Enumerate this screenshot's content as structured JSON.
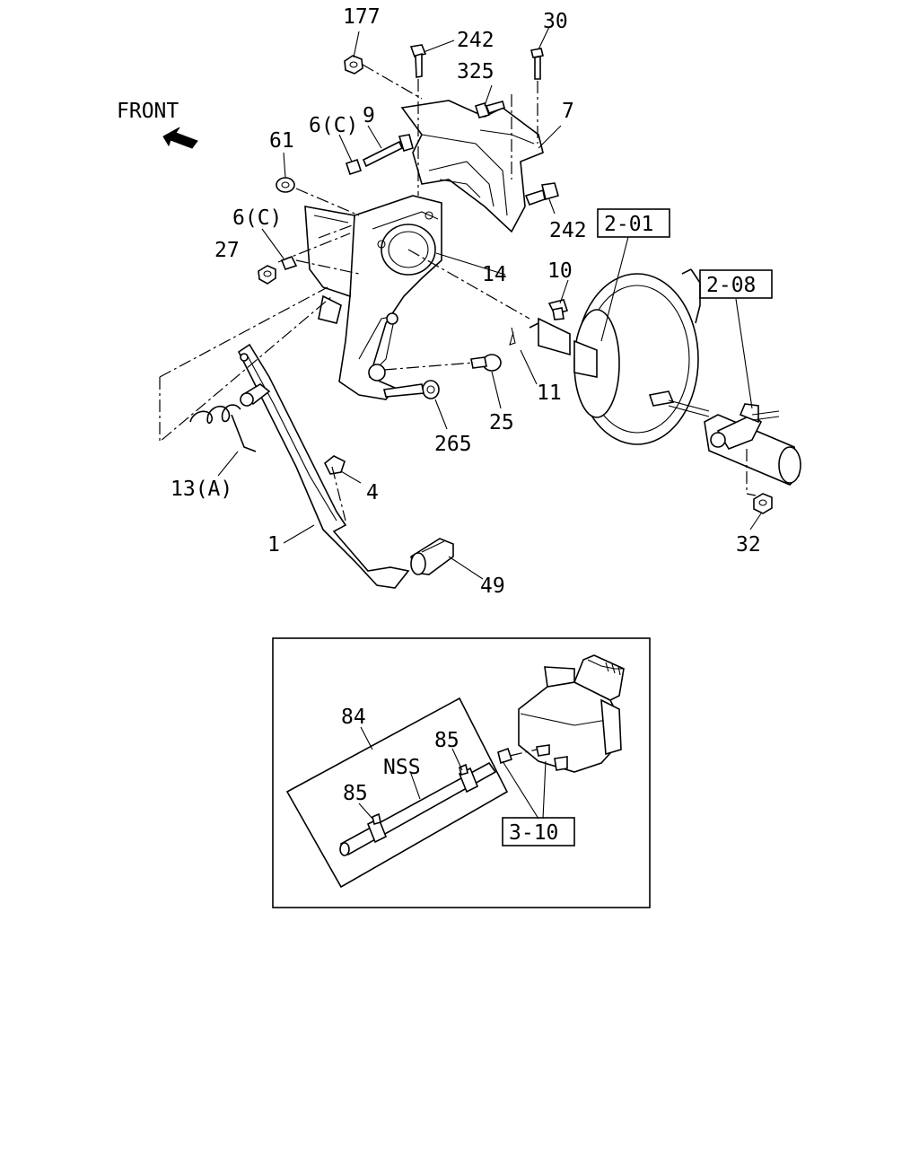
{
  "direction_label": "FRONT",
  "callouts": {
    "c177": "177",
    "c242_top": "242",
    "c30": "30",
    "c325": "325",
    "c9": "9",
    "c6c_top": "6(C)",
    "c7": "7",
    "c61": "61",
    "c6c_mid": "6(C)",
    "c27": "27",
    "c242_right": "242",
    "c14": "14",
    "c10": "10",
    "c11": "11",
    "c25": "25",
    "c265": "265",
    "c13a": "13(A)",
    "c4": "4",
    "c1": "1",
    "c49": "49",
    "c32": "32",
    "c84": "84",
    "c85_right": "85",
    "c85_left": "85",
    "cnss": "NSS"
  },
  "references": {
    "ref_201": "2-01",
    "ref_208": "2-08",
    "ref_310": "3-10"
  }
}
